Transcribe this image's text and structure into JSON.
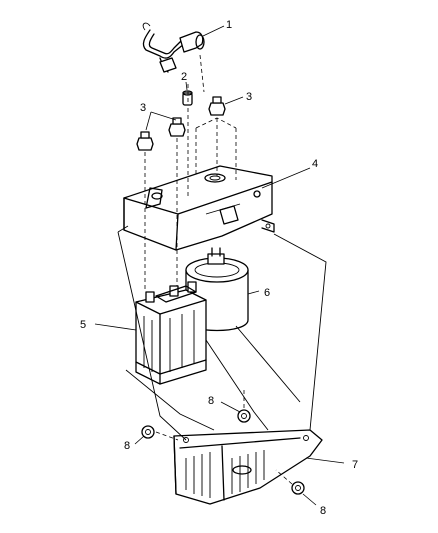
{
  "callouts": {
    "c1": "1",
    "c2": "2",
    "c3a": "3",
    "c3b": "3",
    "c4": "4",
    "c5": "5",
    "c6": "6",
    "c7": "7",
    "c8a": "8",
    "c8b": "8",
    "c8c": "8"
  }
}
